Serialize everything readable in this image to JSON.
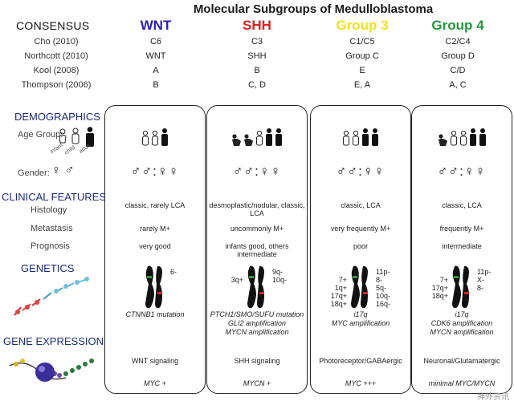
{
  "title": "Molecular Subgroups of Medulloblastoma",
  "consensus_label": "CONSENSUS",
  "subgroups": [
    {
      "name": "WNT",
      "color": "#2b1fb8"
    },
    {
      "name": "SHH",
      "color": "#e0201c"
    },
    {
      "name": "Group 3",
      "color": "#f0e020"
    },
    {
      "name": "Group 4",
      "color": "#1f9a3a"
    }
  ],
  "references": [
    {
      "label": "Cho (2010)",
      "values": [
        "C6",
        "C3",
        "C1/C5",
        "C2/C4"
      ]
    },
    {
      "label": "Northcott (2010)",
      "values": [
        "WNT",
        "SHH",
        "Group C",
        "Group D"
      ]
    },
    {
      "label": "Kool (2008)",
      "values": [
        "A",
        "B",
        "E",
        "C/D"
      ]
    },
    {
      "label": "Thompson (2006)",
      "values": [
        "B",
        "C, D",
        "E, A",
        "A, C"
      ]
    }
  ],
  "sections": {
    "demographics": "DEMOGRAPHICS",
    "age_group": "Age Group:",
    "age_small": [
      "infant",
      "child",
      "adult"
    ],
    "gender": "Gender:",
    "clinical": "CLINICAL FEATURES",
    "histology": "Histology",
    "metastasis": "Metastasis",
    "prognosis": "Prognosis",
    "genetics": "GENETICS",
    "gene_expression": "GENE EXPRESSION"
  },
  "columns": [
    {
      "histology": "classic, rarely LCA",
      "metastasis": "rarely M+",
      "prognosis": "very good",
      "chromo_labels": [
        "6-"
      ],
      "genetics": [
        "CTNNB1 mutation"
      ],
      "expression": "WNT signaling",
      "myc": "MYC +"
    },
    {
      "histology": "desmoplastic/nodular, classic, LCA",
      "metastasis": "uncommonly M+",
      "prognosis": "infants good, others intermediate",
      "chromo_labels": [
        "3q+",
        "9q-",
        "10q-"
      ],
      "genetics": [
        "PTCH1/SMO/SUFU mutation",
        "GLI2 amplification",
        "MYCN amplification"
      ],
      "expression": "SHH signaling",
      "myc": "MYCN +"
    },
    {
      "histology": "classic, LCA",
      "metastasis": "very frequently M+",
      "prognosis": "poor",
      "chromo_labels": [
        "7+",
        "1q+",
        "17q+",
        "18q+",
        "11p-",
        "8-",
        "5q-",
        "10q-",
        "16q-"
      ],
      "genetics": [
        "i17q",
        "MYC amplification"
      ],
      "expression": "Photoreceptor/GABAergic",
      "myc": "MYC +++"
    },
    {
      "histology": "classic, LCA",
      "metastasis": "frequently M+",
      "prognosis": "intermediate",
      "chromo_labels": [
        "7+",
        "17q+",
        "18q+",
        "11p-",
        "X-",
        "8-"
      ],
      "genetics": [
        "i17q",
        "CDK6 amplification",
        "MYCN amplification"
      ],
      "expression": "Neuronal/Glutamatergic",
      "myc": "minimal MYC/MYCN"
    }
  ],
  "gender_symbols": "♂♂:♀♀",
  "watermark": "神外资讯"
}
